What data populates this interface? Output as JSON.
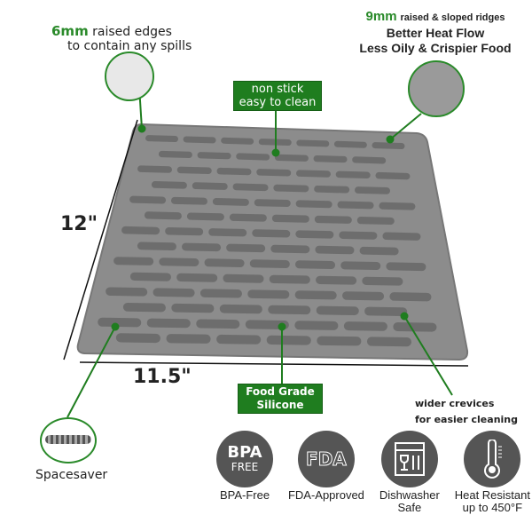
{
  "callouts": {
    "edges": {
      "highlight": "6mm",
      "text1": "raised edges",
      "text2": "to contain any spills"
    },
    "ridges": {
      "highlight": "9mm",
      "text1": "raised & sloped ridges",
      "line2": "Better Heat Flow",
      "line3": "Less Oily & Crispier Food"
    },
    "nonstick": {
      "line1": "non stick",
      "line2": "easy to clean"
    },
    "silicone": {
      "line1": "Food Grade",
      "line2": "Silicone"
    },
    "crevices": {
      "line1": "wider crevices",
      "line2": "for easier cleaning"
    },
    "spacesaver": "Spacesaver"
  },
  "dimensions": {
    "height": "12\"",
    "width": "11.5\""
  },
  "badges": [
    {
      "icon_top": "BPA",
      "icon_bottom": "FREE",
      "label1": "BPA-Free",
      "label2": ""
    },
    {
      "icon_top": "FDA",
      "label1": "FDA-Approved",
      "label2": ""
    },
    {
      "label1": "Dishwasher",
      "label2": "Safe"
    },
    {
      "label1": "Heat Resistant",
      "label2": "up to 450°F"
    }
  ],
  "colors": {
    "accent": "#1f7d1f",
    "mat": "#8a8a8a",
    "badge": "#555555"
  }
}
